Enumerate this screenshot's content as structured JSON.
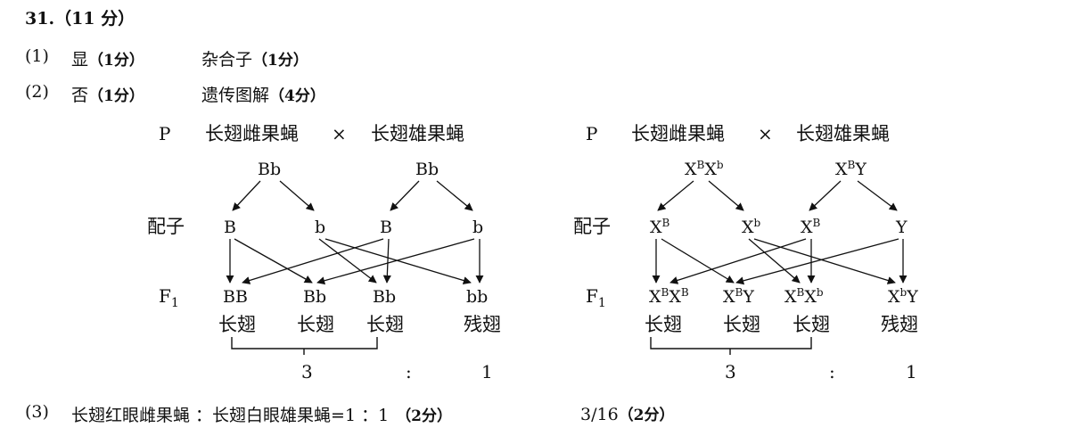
{
  "question": {
    "number": "31.",
    "score": "（11 分）"
  },
  "part1": {
    "label": "(1)",
    "answer1": "显",
    "score1": "（1分）",
    "answer2": "杂合子",
    "score2": "（1分）"
  },
  "part2": {
    "label": "(2)",
    "answer1": "否",
    "score1": "（1分）",
    "answer2": "遗传图解",
    "score2": "（4分）"
  },
  "diagram_left": {
    "p_label": "P",
    "female": "长翅雌果蝇",
    "cross": "×",
    "male": "长翅雄果蝇",
    "parent1_genotype": "Bb",
    "parent2_genotype": "Bb",
    "gamete_label": "配子",
    "gametes": [
      "B",
      "b",
      "B",
      "b"
    ],
    "f1_label": "F",
    "f1_sub": "1",
    "offspring": [
      "BB",
      "Bb",
      "Bb",
      "bb"
    ],
    "phenotypes": [
      "长翅",
      "长翅",
      "长翅",
      "残翅"
    ],
    "ratio_left": "3",
    "ratio_colon": ":",
    "ratio_right": "1"
  },
  "diagram_right": {
    "p_label": "P",
    "female": "长翅雌果蝇",
    "cross": "×",
    "male": "长翅雄果蝇",
    "gamete_label": "配子",
    "f1_label": "F",
    "f1_sub": "1",
    "phenotypes": [
      "长翅",
      "长翅",
      "长翅",
      "残翅"
    ],
    "ratio_left": "3",
    "ratio_colon": ":",
    "ratio_right": "1"
  },
  "part3": {
    "label": "(3)",
    "answer": "长翅红眼雌果蝇 ：长翅白眼雄果蝇=1 ：1",
    "score1": "（2分）",
    "answer2": "3/16",
    "score2": "（2分）"
  }
}
